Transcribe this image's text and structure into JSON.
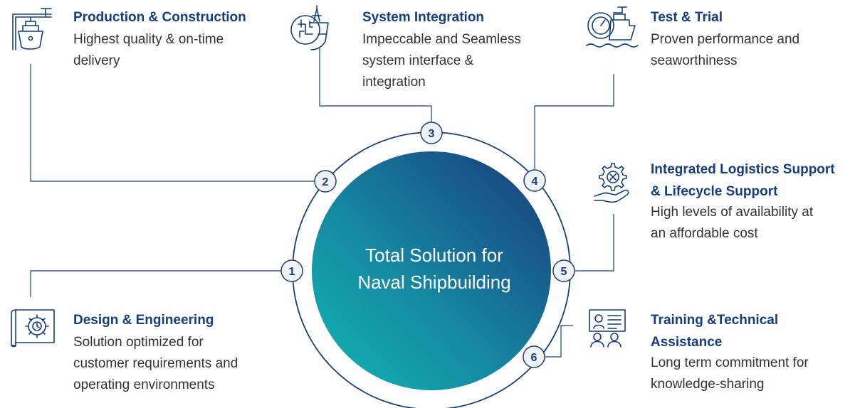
{
  "center": {
    "line1": "Total Solution for",
    "line2": "Naval Shipbuilding"
  },
  "colors": {
    "brand_navy": "#163e7c",
    "ring": "#1c3f78",
    "badge_fill": "#f1f2f6",
    "gradient_start": "#10b2b4",
    "gradient_end": "#173e7a"
  },
  "items": [
    {
      "number": "1",
      "title": "Design & Engineering",
      "desc": [
        "Solution optimized for",
        "customer requirements and",
        "operating environments"
      ],
      "icon": "blueprint-gear-icon"
    },
    {
      "number": "2",
      "title": "Production & Construction",
      "desc": [
        "Highest quality & on-time",
        "delivery"
      ],
      "icon": "ship-crane-icon"
    },
    {
      "number": "3",
      "title": "System Integration",
      "desc": [
        "Impeccable and Seamless",
        "system interface &",
        "integration"
      ],
      "icon": "chip-ship-icon"
    },
    {
      "number": "4",
      "title": "Test & Trial",
      "desc": [
        "Proven performance and",
        "seaworthiness"
      ],
      "icon": "gauge-ship-icon"
    },
    {
      "number": "5",
      "title_lines": [
        "Integrated Logistics Support",
        "& Lifecycle Support"
      ],
      "desc": [
        "High levels of availability at",
        "an affordable cost"
      ],
      "icon": "gear-hand-icon"
    },
    {
      "number": "6",
      "title_lines": [
        "Training &Technical",
        "Assistance"
      ],
      "desc": [
        "Long term commitment for",
        "knowledge-sharing"
      ],
      "icon": "training-board-icon"
    }
  ]
}
